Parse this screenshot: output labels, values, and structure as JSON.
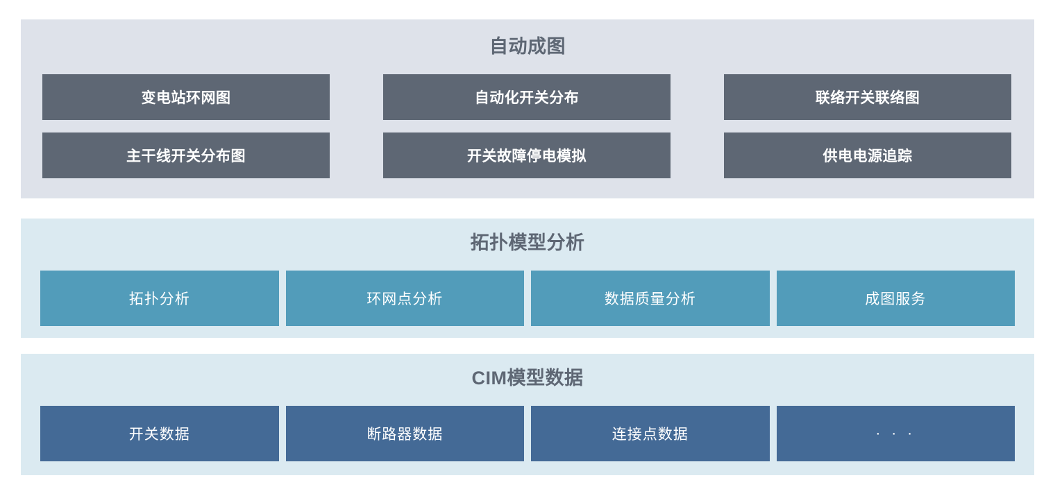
{
  "sections": [
    {
      "id": "automap",
      "title": "自动成图",
      "style": "slate",
      "items": [
        {
          "label": "变电站环网图"
        },
        {
          "label": "自动化开关分布"
        },
        {
          "label": "联络开关联络图"
        },
        {
          "label": "主干线开关分布图"
        },
        {
          "label": "开关故障停电模拟"
        },
        {
          "label": "供电电源追踪"
        }
      ]
    },
    {
      "id": "topology",
      "title": "拓扑模型分析",
      "style": "teal",
      "items": [
        {
          "label": "拓扑分析"
        },
        {
          "label": "环网点分析"
        },
        {
          "label": "数据质量分析"
        },
        {
          "label": "成图服务"
        }
      ]
    },
    {
      "id": "cim",
      "title": "CIM模型数据",
      "style": "blue",
      "items": [
        {
          "label": "开关数据"
        },
        {
          "label": "断路器数据"
        },
        {
          "label": "连接点数据"
        },
        {
          "label": "· · ·"
        }
      ]
    }
  ],
  "colors": {
    "panel_automap_bg": "#dee2ea",
    "panel_topology_bg": "#dbeaf1",
    "panel_cim_bg": "#dbeaf1",
    "button_slate": "#5e6774",
    "button_teal": "#529cba",
    "button_blue": "#446a96",
    "title_text": "#5e6774",
    "button_text": "#ffffff",
    "page_bg": "#ffffff"
  }
}
